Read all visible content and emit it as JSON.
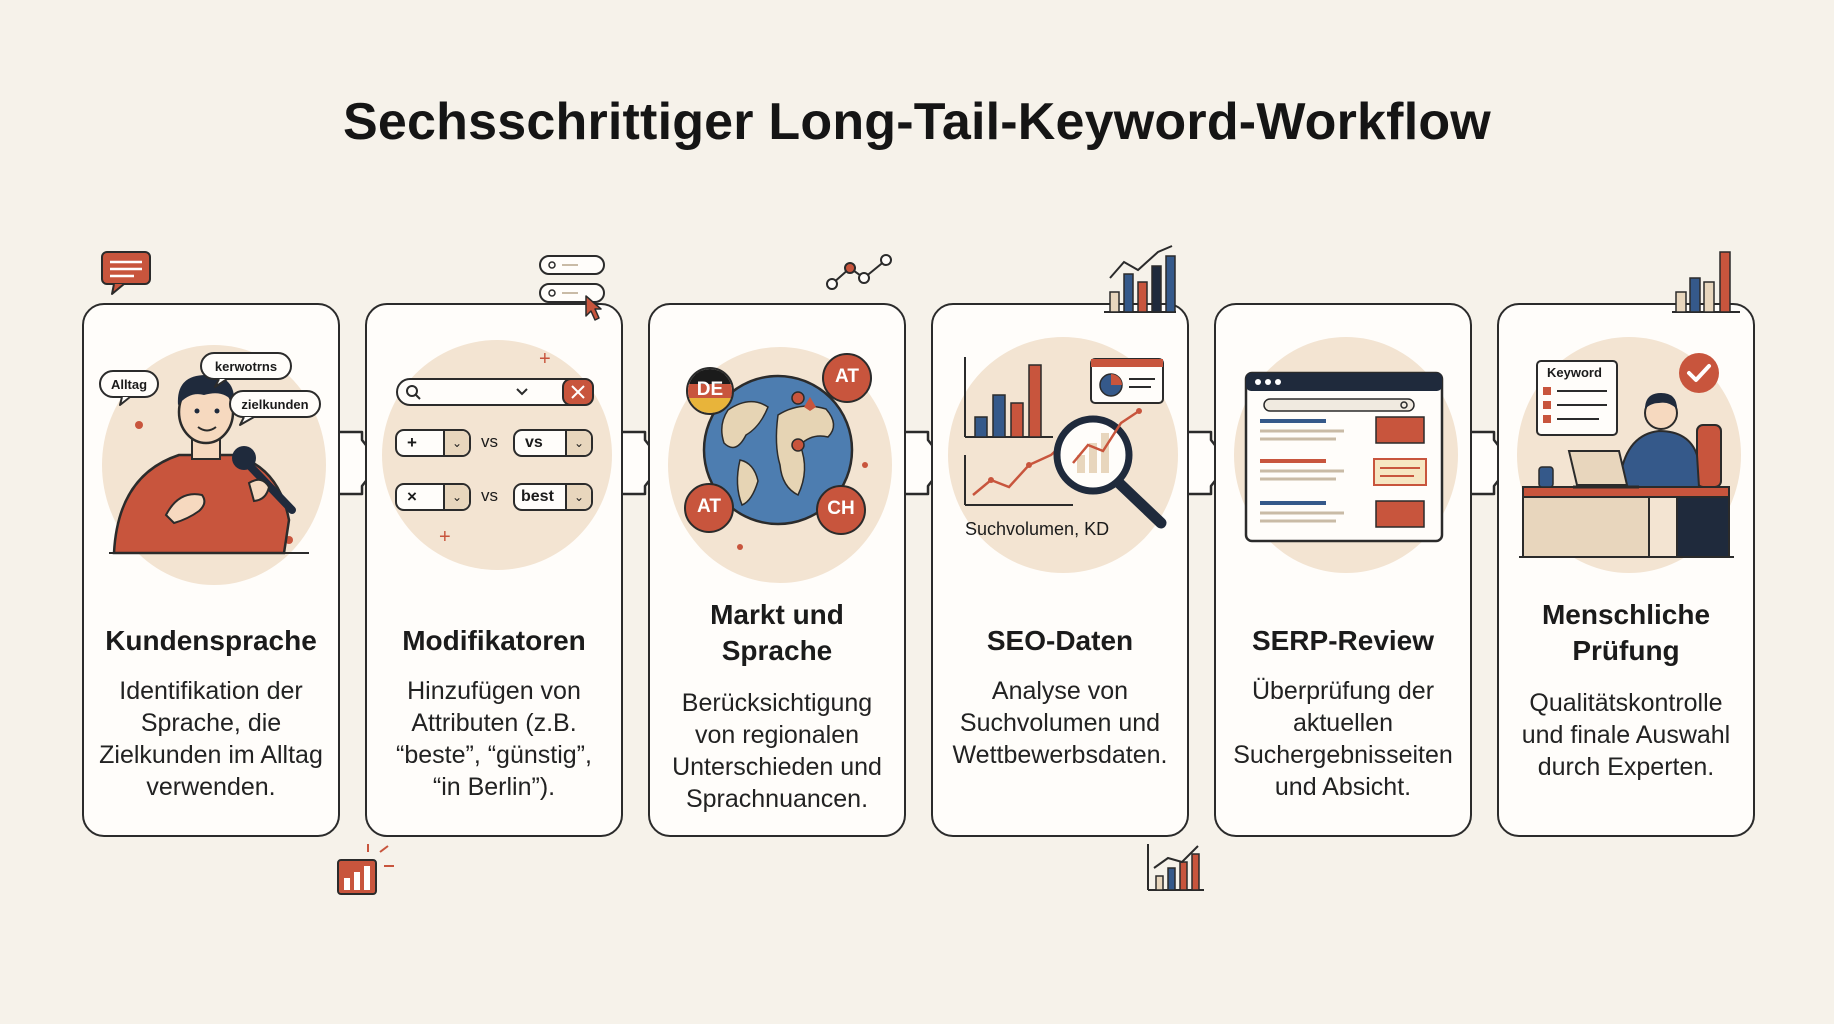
{
  "title": "Sechsschrittiger Long-Tail-Keyword-Workflow",
  "steps": [
    {
      "title": "Kundensprache",
      "description": "Identifikation der\nSprache, die\nZielkunden im Alltag\nverwenden.",
      "bubbles": [
        "Alltag",
        "kerwotrns",
        "zielkunden"
      ]
    },
    {
      "title": "Modifikatoren",
      "description": "Hinzufügen von\nAttributen (z.B.\n“beste”, “günstig”,\n“in Berlin”).",
      "row1": [
        "+",
        "vs",
        "vs"
      ],
      "row2": [
        "×",
        "vs",
        "best"
      ]
    },
    {
      "title": "Markt und Sprache",
      "description": "Berücksichtigung\nvon regionalen\nUnterschieden und\nSprachnuancen.",
      "markets": [
        "DE",
        "AT",
        "AT",
        "CH"
      ]
    },
    {
      "title": "SEO-Daten",
      "description": "Analyse von\nSuchvolumen und\nWettbewerbsdaten.",
      "chart_caption": "Suchvolumen, KD"
    },
    {
      "title": "SERP-Review",
      "description": "Überprüfung der\naktuellen\nSuchergebnisseiten\nund Absicht."
    },
    {
      "title": "Menschliche Prüfung",
      "description": "Qualitätskontrolle\nund finale Auswahl\ndurch Experten.",
      "checklist_title": "Keyword"
    }
  ],
  "colors": {
    "accent": "#c8553d",
    "dark": "#1f2a3c",
    "blue": "#35598a",
    "tan": "#e8d6bd",
    "background": "#f6f2ea"
  }
}
